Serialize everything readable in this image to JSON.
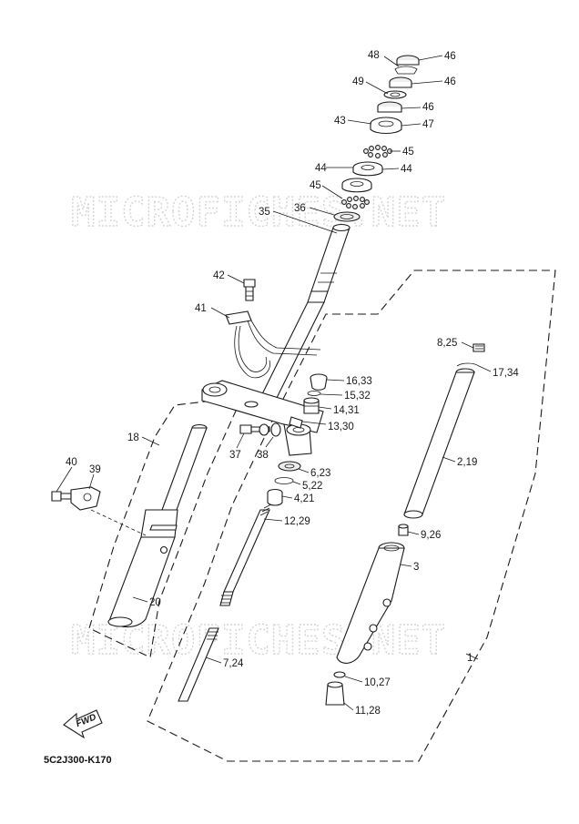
{
  "diagram": {
    "code": "5C2J300-K170",
    "fwd_label": "FWD",
    "watermarks": [
      "MICROFICHES.NET",
      "MICROFICHES.NET"
    ],
    "callouts": [
      "48",
      "46",
      "49",
      "46",
      "46",
      "43",
      "47",
      "45",
      "44",
      "44",
      "45",
      "36",
      "35",
      "42",
      "41",
      "8,25",
      "17,34",
      "16,33",
      "15,32",
      "14,31",
      "13,30",
      "18",
      "37",
      "38",
      "6,23",
      "5,22",
      "4,21",
      "2,19",
      "40",
      "39",
      "12,29",
      "9,26",
      "3",
      "20",
      "7,24",
      "1",
      "10,27",
      "11,28"
    ]
  }
}
